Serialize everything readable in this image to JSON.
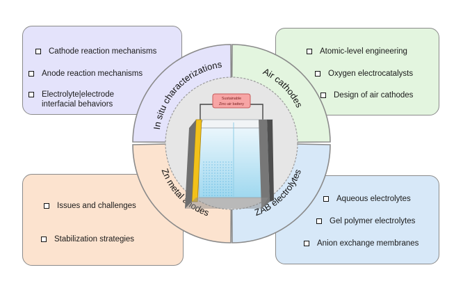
{
  "colors": {
    "tl_fill": "#e4e3fb",
    "tr_fill": "#e3f5df",
    "bl_fill": "#fce3cf",
    "br_fill": "#d7e8f8",
    "center_fill": "#e6e6e6",
    "badge_fill": "#f7a5a5",
    "badge_border": "#c65b5b",
    "electrode_gold": "#f2c11a",
    "electrode_gray": "#6f6f6f",
    "electrolyte_blue": "#bfe6f5"
  },
  "sectors": {
    "tl": "In situ characterizations",
    "tr": "Air cathodes",
    "bl": "Zn metal anodes",
    "br": "ZAB electrolytes"
  },
  "center": {
    "badge_lines": [
      "Sustainable",
      "Zinc-air battery"
    ]
  },
  "panels": {
    "tl": [
      "Cathode reaction mechanisms",
      "Anode reaction mechanisms",
      "Electrolyte|electrode\ninterfacial behaviors"
    ],
    "tr": [
      "Atomic-level engineering",
      "Oxygen electrocatalysts",
      "Design of air cathodes"
    ],
    "bl": [
      "Issues and challenges",
      "Stabilization strategies"
    ],
    "br": [
      "Aqueous electrolytes",
      "Gel polymer electrolytes",
      "Anion exchange membranes"
    ]
  }
}
